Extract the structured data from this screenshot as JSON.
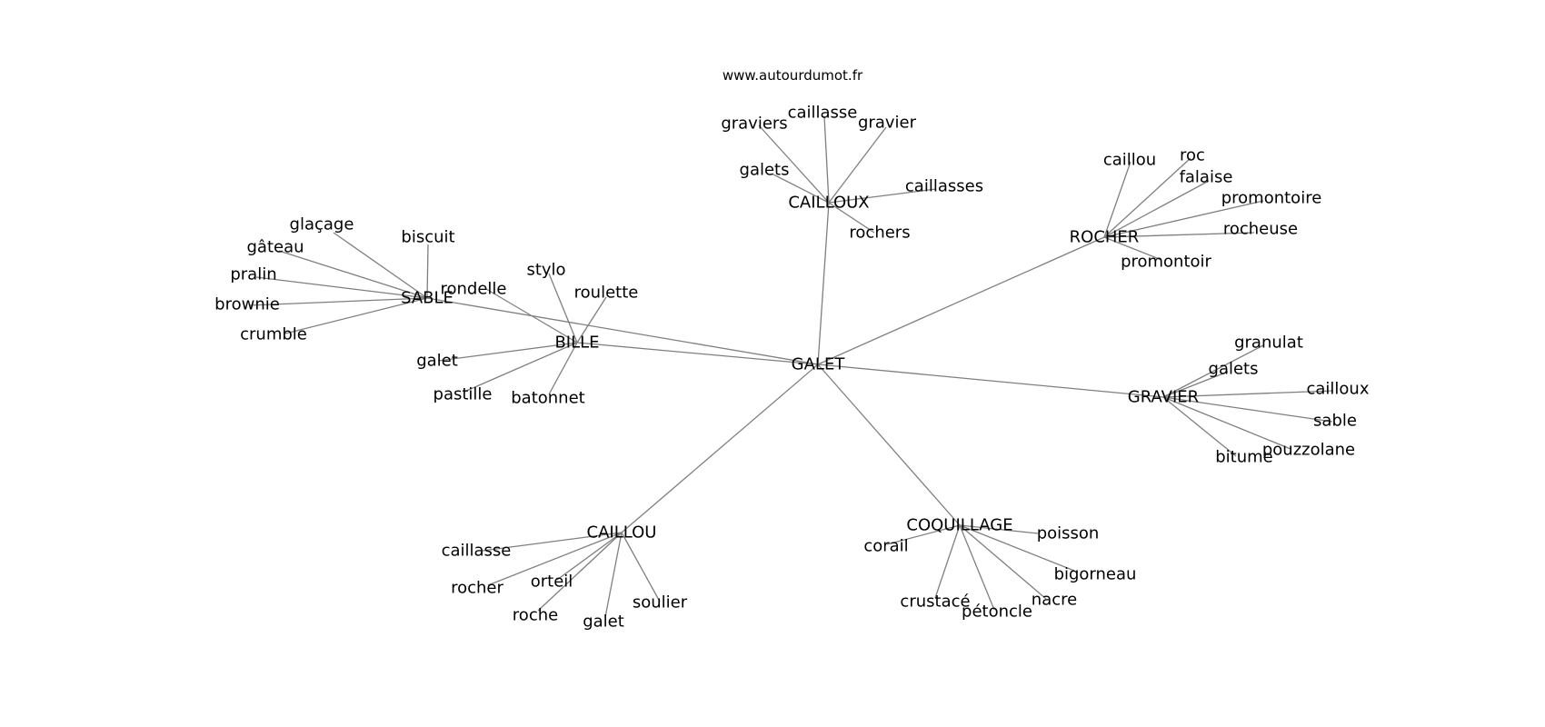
{
  "watermark": "www.autourdumot.fr",
  "center": "GALET",
  "groups": [
    {
      "hub": "CAILLOUX",
      "leaves": [
        "graviers",
        "caillasse",
        "gravier",
        "galets",
        "caillasses",
        "rochers"
      ]
    },
    {
      "hub": "ROCHER",
      "leaves": [
        "caillou",
        "roc",
        "falaise",
        "promontoire",
        "rocheuse",
        "promontoir"
      ]
    },
    {
      "hub": "SABLE",
      "leaves": [
        "glaçage",
        "biscuit",
        "gâteau",
        "pralin",
        "brownie",
        "crumble"
      ]
    },
    {
      "hub": "BILLE",
      "leaves": [
        "rondelle",
        "stylo",
        "roulette",
        "galet",
        "pastille",
        "batonnet"
      ]
    },
    {
      "hub": "GRAVIER",
      "leaves": [
        "granulat",
        "galets",
        "cailloux",
        "sable",
        "pouzzolane",
        "bitume"
      ]
    },
    {
      "hub": "CAILLOU",
      "leaves": [
        "caillasse",
        "rocher",
        "orteil",
        "roche",
        "galet",
        "soulier"
      ]
    },
    {
      "hub": "COQUILLAGE",
      "leaves": [
        "corail",
        "poisson",
        "bigorneau",
        "crustacé",
        "pétoncle",
        "nacre"
      ]
    }
  ]
}
